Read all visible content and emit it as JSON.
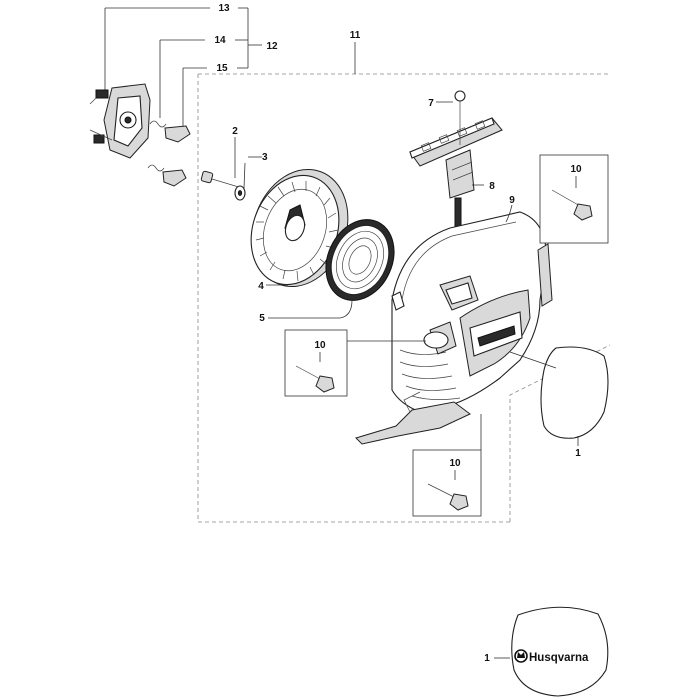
{
  "callouts": {
    "c13": "13",
    "c14": "14",
    "c12": "12",
    "c15": "15",
    "c11": "11",
    "c7": "7",
    "c2": "2",
    "c3": "3",
    "c8": "8",
    "c9": "9",
    "c10a": "10",
    "c4": "4",
    "c5": "5",
    "c10b": "10",
    "c1a": "1",
    "c10c": "10",
    "c1b": "1"
  },
  "logo": {
    "brand_text": "Husqvarna"
  },
  "colors": {
    "line": "#333333",
    "dash": "#888888",
    "fill_grey": "#d9d9d9"
  }
}
